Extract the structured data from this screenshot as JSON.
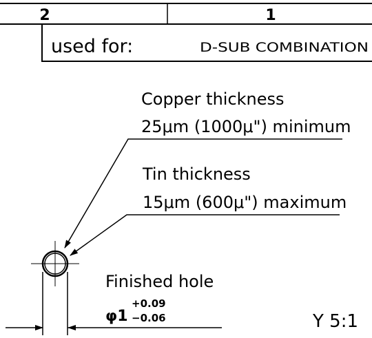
{
  "title_block": {
    "col_2": "2",
    "col_1": "1",
    "used_for_label": "used for:",
    "used_for_value": "D-SUB COMBINATION"
  },
  "callouts": {
    "copper_line1": "Copper thickness",
    "copper_line2": "25μm (1000μ\") minimum",
    "tin_line1": "Tin thickness",
    "tin_line2": "15μm (600μ\") maximum"
  },
  "hole": {
    "label": "Finished hole",
    "symbol": "φ1",
    "tol_upper": "+0.09",
    "tol_lower": "−0.06"
  },
  "scale_label": "Y 5:1"
}
